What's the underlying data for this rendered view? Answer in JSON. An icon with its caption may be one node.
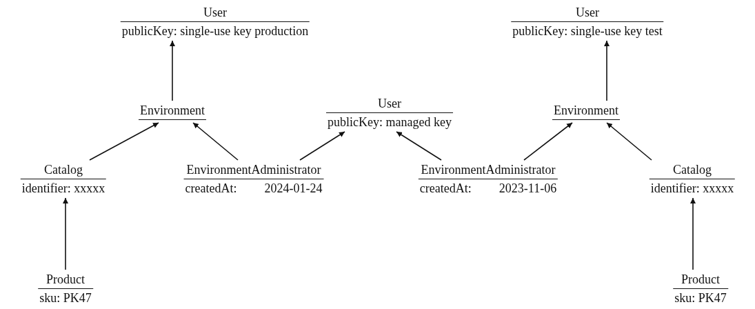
{
  "diagram": {
    "nodes": [
      {
        "text": [
          "User",
          "publicKey: single-use key production"
        ]
      },
      {
        "text": [
          "Environment"
        ]
      },
      {
        "text": [
          "Catalog",
          "identifier: xxxxx"
        ]
      },
      {
        "text": [
          "EnvironmentAdministrator",
          "createdAt:",
          "2024-01-24"
        ]
      },
      {
        "text": [
          "Product",
          "sku: PK47"
        ]
      },
      {
        "text": [
          "User",
          "publicKey: managed key"
        ]
      },
      {
        "text": [
          "EnvironmentAdministrator",
          "createdAt:",
          "2023-11-06"
        ]
      },
      {
        "text": [
          "User",
          "publicKey: single-use key test"
        ]
      },
      {
        "text": [
          "Environment"
        ]
      },
      {
        "text": [
          "Catalog",
          "identifier: xxxxx"
        ]
      },
      {
        "text": [
          "Product",
          "sku: PK47"
        ]
      }
    ],
    "edges": [
      {
        "from": 1,
        "to": 0,
        "arrow": "to"
      },
      {
        "from": 2,
        "to": 1,
        "arrow": "to"
      },
      {
        "from": 3,
        "to": 1,
        "arrow": "to"
      },
      {
        "from": 4,
        "to": 2,
        "arrow": "to"
      },
      {
        "from": 3,
        "to": 5,
        "arrow": "to"
      },
      {
        "from": 6,
        "to": 5,
        "arrow": "to"
      },
      {
        "from": 6,
        "to": 8,
        "arrow": "to"
      },
      {
        "from": 9,
        "to": 8,
        "arrow": "to"
      },
      {
        "from": 8,
        "to": 7,
        "arrow": "to"
      },
      {
        "from": 10,
        "to": 9,
        "arrow": "to"
      }
    ]
  }
}
